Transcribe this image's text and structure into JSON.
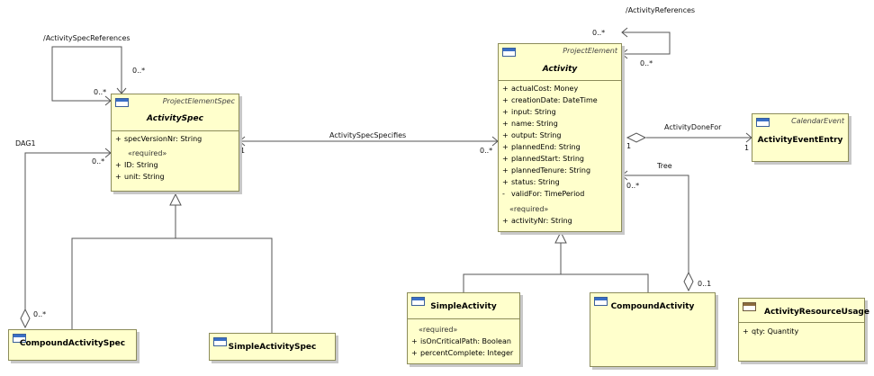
{
  "classes": {
    "activity_spec": {
      "stereotype": "ProjectElementSpec",
      "name": "ActivitySpec",
      "attributes": [
        {
          "vis": "+",
          "text": "specVersionNr: String"
        }
      ],
      "required_label": "«required»",
      "required_attributes": [
        {
          "vis": "+",
          "text": "ID: String"
        },
        {
          "vis": "+",
          "text": "unit: String"
        }
      ]
    },
    "activity": {
      "stereotype": "ProjectElement",
      "name": "Activity",
      "attributes": [
        {
          "vis": "+",
          "text": "actualCost: Money"
        },
        {
          "vis": "+",
          "text": "creationDate: DateTime"
        },
        {
          "vis": "+",
          "text": "input: String"
        },
        {
          "vis": "+",
          "text": "name: String"
        },
        {
          "vis": "+",
          "text": "output: String"
        },
        {
          "vis": "+",
          "text": "plannedEnd: String"
        },
        {
          "vis": "+",
          "text": "plannedStart: String"
        },
        {
          "vis": "+",
          "text": "plannedTenure: String"
        },
        {
          "vis": "+",
          "text": "status: String"
        },
        {
          "vis": "-",
          "text": "validFor: TimePeriod"
        }
      ],
      "required_label": "«required»",
      "required_attributes": [
        {
          "vis": "+",
          "text": "activityNr: String"
        }
      ]
    },
    "activity_event_entry": {
      "stereotype": "CalendarEvent",
      "name": "ActivityEventEntry"
    },
    "compound_activity_spec": {
      "name": "CompoundActivitySpec"
    },
    "simple_activity_spec": {
      "name": "SimpleActivitySpec"
    },
    "simple_activity": {
      "name": "SimpleActivity",
      "required_label": "«required»",
      "required_attributes": [
        {
          "vis": "+",
          "text": "isOnCriticalPath: Boolean"
        },
        {
          "vis": "+",
          "text": "percentComplete: Integer"
        }
      ]
    },
    "compound_activity": {
      "name": "CompoundActivity"
    },
    "activity_resource_usage": {
      "name": "ActivityResourceUsage",
      "attributes": [
        {
          "vis": "+",
          "text": "qty: Quantity"
        }
      ]
    }
  },
  "associations": {
    "activity_spec_references": {
      "label": "/ActivitySpecReferences",
      "mult_a": "0..*",
      "mult_b": "0..*"
    },
    "activity_references": {
      "label": "/ActivityReferences",
      "mult_a": "0..*",
      "mult_b": "0..*"
    },
    "dag1": {
      "label": "DAG1",
      "mult_a": "0..*",
      "mult_b": "0..*"
    },
    "activity_spec_specifies": {
      "label": "ActivitySpecSpecifies",
      "mult_a": "1",
      "mult_b": "0..*"
    },
    "activity_done_for": {
      "label": "ActivityDoneFor",
      "mult_a": "1",
      "mult_b": "1"
    },
    "tree": {
      "label": "Tree",
      "mult_a": "0..*",
      "mult_b": "0..1"
    }
  }
}
